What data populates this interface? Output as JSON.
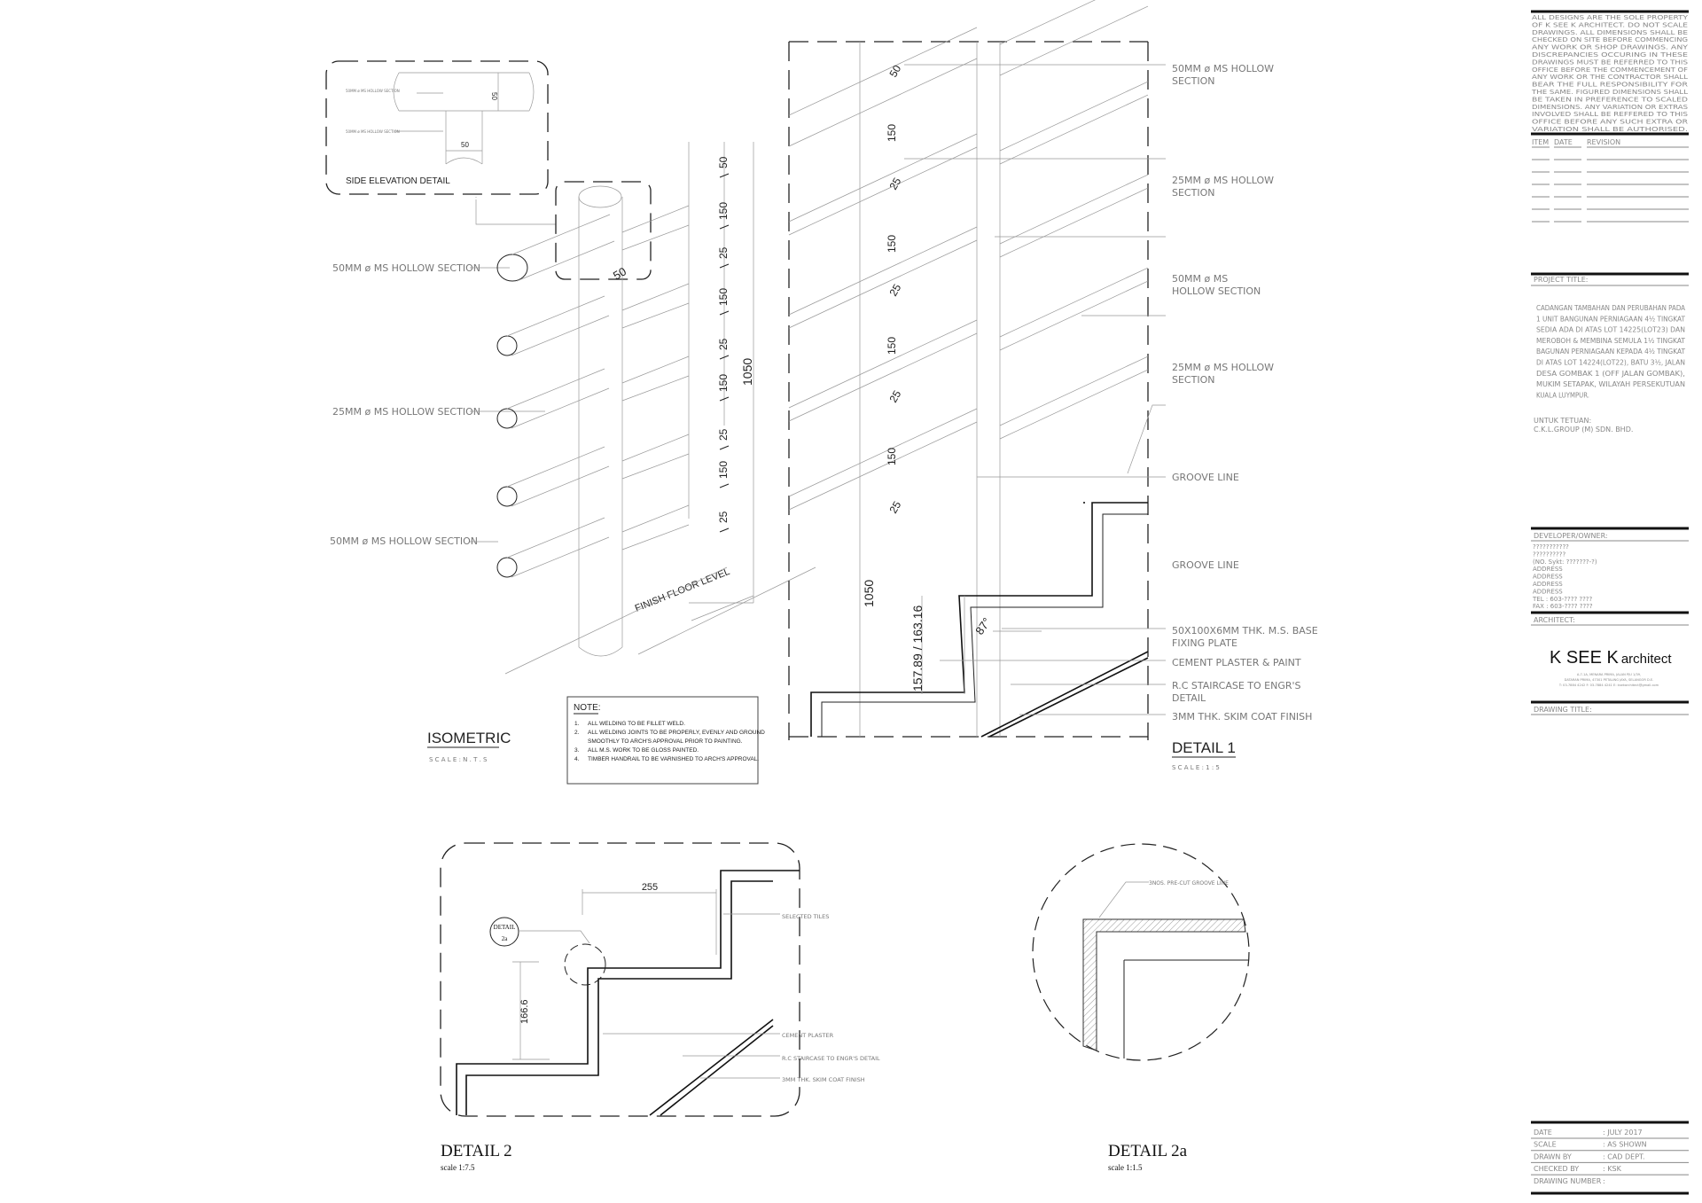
{
  "side_elevation": {
    "title": "SIDE ELEVATION DETAIL",
    "label_top": "50MM ø MS HOLLOW SECTION",
    "label_bottom": "50MM ø MS HOLLOW SECTION",
    "dim_vertical": "50",
    "dim_horizontal": "50"
  },
  "isometric": {
    "title": "ISOMETRIC",
    "scale": "S C A L E :    N . T . S",
    "labels": [
      "50MM ø MS HOLLOW SECTION",
      "25MM ø MS HOLLOW SECTION",
      "50MM ø MS HOLLOW SECTION"
    ],
    "dims": [
      "50",
      "150",
      "25",
      "150",
      "25",
      "150",
      "25",
      "150",
      "25"
    ],
    "dim_total": "1050",
    "post_dim": "50",
    "floor_label": "FINISH FLOOR LEVEL"
  },
  "note": {
    "title": "NOTE:",
    "items": [
      {
        "num": "1.",
        "lines": [
          "ALL WELDING TO BE FILLET WELD."
        ]
      },
      {
        "num": "2.",
        "lines": [
          "ALL WELDING JOINTS TO BE PROPERLY, EVENLY AND GROUND",
          "SMOOTHLY TO ARCH'S APPROVAL PRIOR TO PAINTING."
        ]
      },
      {
        "num": "3.",
        "lines": [
          "ALL M.S. WORK TO BE GLOSS PAINTED."
        ]
      },
      {
        "num": "4.",
        "lines": [
          "TIMBER HANDRAIL TO BE VARNISHED TO ARCH'S APPROVAL."
        ]
      }
    ]
  },
  "detail1": {
    "title": "DETAIL  1",
    "scale": "S C A L E :    1 : 5",
    "dims": [
      "50",
      "150",
      "25",
      "150",
      "25",
      "150",
      "25",
      "150",
      "25"
    ],
    "dim_total": "1050",
    "dim_riser": "157.89  /  163.16",
    "angle": "87°",
    "labels": [
      [
        "50MM ø MS HOLLOW",
        "SECTION"
      ],
      [
        "25MM ø MS HOLLOW",
        "SECTION"
      ],
      [
        "50MM ø MS",
        "HOLLOW SECTION"
      ],
      [
        "25MM ø MS HOLLOW",
        "SECTION"
      ],
      [
        "GROOVE LINE"
      ],
      [
        "GROOVE LINE"
      ],
      [
        "50X100X6MM THK. M.S. BASE",
        "FIXING PLATE"
      ],
      [
        "CEMENT PLASTER & PAINT"
      ],
      [
        "R.C STAIRCASE TO ENGR'S",
        "DETAIL"
      ],
      [
        "3MM THK. SKIM COAT FINISH"
      ]
    ]
  },
  "detail2": {
    "title": "DETAIL   2",
    "scale": "scale 1:7.5",
    "dim_tread": "255",
    "dim_riser": "166.6",
    "bubble_top": "DETAIL",
    "bubble_bottom": "2a",
    "labels": [
      "SELECTED TILES",
      "CEMENT PLASTER",
      "R.C STAIRCASE TO ENGR'S DETAIL",
      "3MM THK. SKIM COAT FINISH"
    ]
  },
  "detail2a": {
    "title": "DETAIL 2a",
    "scale": "scale 1:1.5",
    "label": "3NOS. PRE-CUT GROOVE LINE"
  },
  "title_block": {
    "disclaimer": [
      "ALL  DESIGNS  ARE  THE  SOLE  PROPERTY",
      "OF  K  SEE  K  ARCHITECT. DO  NOT  SCALE",
      "DRAWINGS.   ALL   DIMENSIONS   SHALL   BE",
      "CHECKED  ON  SITE  BEFORE  COMMENCING",
      "ANY   WORK   OR   SHOP   DRAWINGS.   ANY",
      "DISCREPANCIES    OCCURING    IN    THESE",
      "DRAWINGS  MUST  BE  REFERRED  TO  THIS",
      "OFFICE  BEFORE  THE  COMMENCEMENT  OF",
      "ANY  WORK  OR  THE  CONTRACTOR  SHALL",
      "BEAR   THE   FULL   RESPONSIBILITY   FOR",
      "THE  SAME.  FIGURED  DIMENSIONS  SHALL",
      "BE  TAKEN  IN   PREFERENCE  TO  SCALED",
      "DIMENSIONS.  ANY  VARIATION  OR  EXTRAS",
      "INVOLVED  SHALL  BE  REFFERED  TO  THIS",
      "OFFICE   BEFORE   ANY  SUCH  EXTRA  OR",
      "VARIATION  SHALL  BE  AUTHORISED."
    ],
    "revision_headers": [
      "ITEM",
      "DATE",
      "REVISION"
    ],
    "project_title_label": "PROJECT TITLE:",
    "project_title": [
      "CADANGAN  TAMBAHAN  DAN  PERUBAHAN  PADA",
      "1  UNIT  BANGUNAN  PERNIAGAAN  4½  TINGKAT",
      "SEDIA  ADA  DI  ATAS  LOT  14225(LOT23)  DAN",
      "MEROBOH  &  MEMBINA  SEMULA  1½  TINGKAT",
      "BAGUNAN  PERNIAGAAN  KEPADA  4½  TINGKAT",
      "DI  ATAS  LOT  14224(LOT22),  BATU  3½,  JALAN",
      "DESA   GOMBAK   1   (OFF   JALAN   GOMBAK),",
      "MUKIM    SETAPAK,    WILAYAH    PERSEKUTUAN",
      "KUALA  LUYMPUR."
    ],
    "client_label": "UNTUK TETUAN:",
    "client": "C.K.L.GROUP (M) SDN. BHD.",
    "developer_label": "DEVELOPER/OWNER:",
    "developer": [
      "???????????",
      "??????????",
      "(NO. Sykt:  ???????-?)",
      "ADDRESS",
      "ADDRESS",
      "ADDRESS",
      "ADDRESS",
      "TEL  : 603-???? ????",
      "FAX  : 603-???? ????"
    ],
    "architect_label": "ARCHITECT:",
    "architect_name": "K SEE K",
    "architect_suffix": "architect",
    "architect_address": [
      "A-7-1A, MENARA PRIMA, JALAN PJU 1/39,",
      "DATARAN PRIMA, 47301 PETALING JAYA, SELANGOR D.E.",
      "T: 03-7884 4242  F: 03-7884 4241  E: ksekarchitect@gmail.com"
    ],
    "drawing_title_label": "DRAWING TITLE:",
    "info": [
      {
        "label": "DATE",
        "value": ": JULY 2017"
      },
      {
        "label": "SCALE",
        "value": ": AS SHOWN"
      },
      {
        "label": "DRAWN BY",
        "value": ": CAD DEPT."
      },
      {
        "label": "CHECKED BY",
        "value": ": KSK"
      },
      {
        "label": "DRAWING NUMBER",
        "value": ":"
      }
    ]
  }
}
